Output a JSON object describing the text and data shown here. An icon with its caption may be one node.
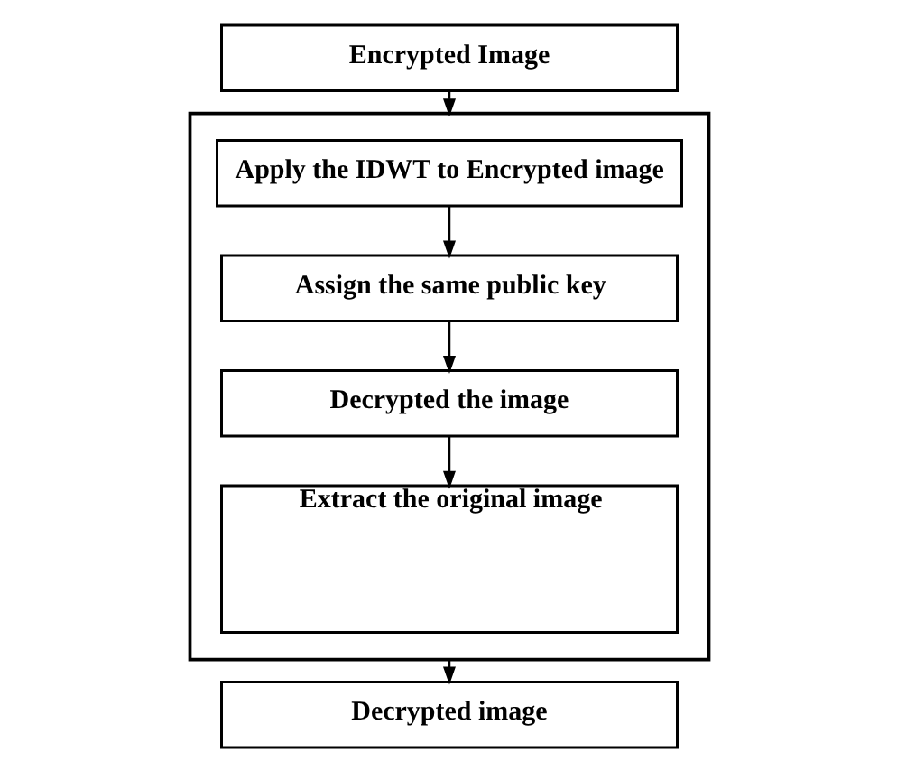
{
  "diagram": {
    "nodes": [
      {
        "text": [
          "Encrypted Image"
        ]
      },
      {
        "text": [],
        "shape": "box"
      },
      {
        "text": [
          "Apply the IDWT to Encrypted image"
        ],
        "in": 1
      },
      {
        "text": [
          "Assign the same public key"
        ],
        "in": 1
      },
      {
        "text": [
          "Decrypted the image"
        ],
        "in": 1
      },
      {
        "text": [
          "Extract the original image"
        ],
        "in": 1
      },
      {
        "text": [
          "Decrypted image"
        ]
      }
    ],
    "edges": [
      {
        "from": 0,
        "to": 1,
        "arrow": "to"
      },
      {
        "from": 2,
        "to": 3,
        "arrow": "to"
      },
      {
        "from": 3,
        "to": 4,
        "arrow": "to"
      },
      {
        "from": 4,
        "to": 5,
        "arrow": "to"
      },
      {
        "from": 1,
        "to": 6,
        "arrow": "to"
      }
    ]
  }
}
